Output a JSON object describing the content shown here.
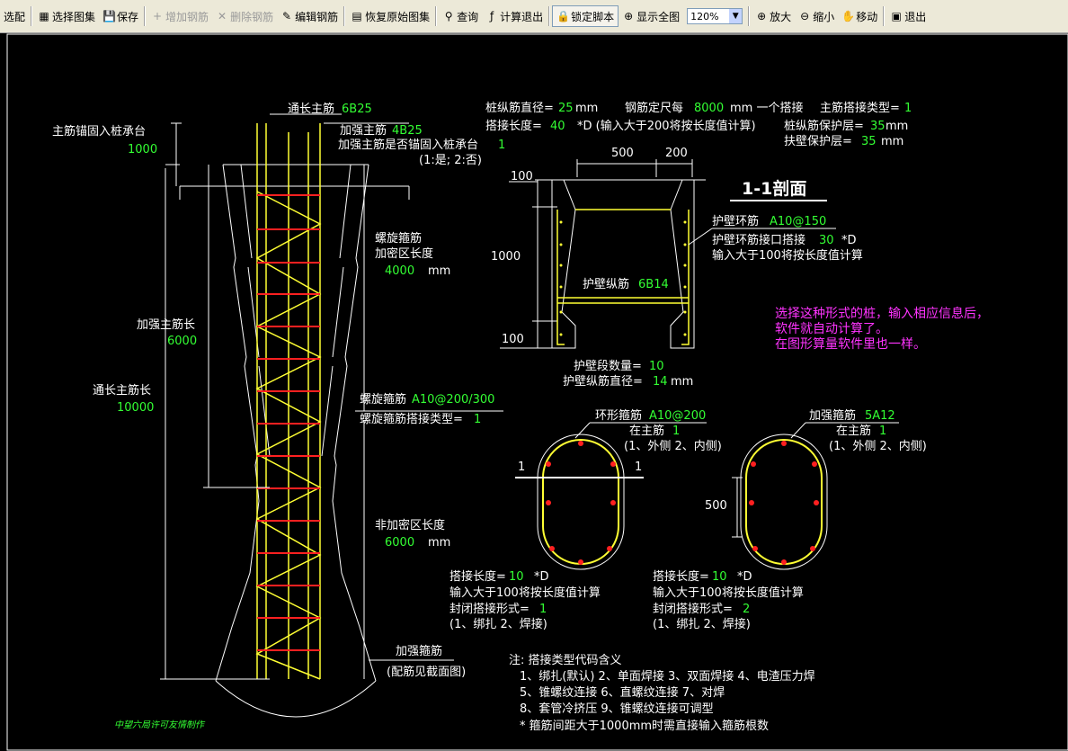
{
  "toolbar": {
    "items": [
      {
        "id": "partial",
        "label": "选配",
        "icon": "",
        "enabled": true
      },
      {
        "id": "select",
        "label": "选择图集",
        "icon": "▦",
        "enabled": true
      },
      {
        "id": "save",
        "label": "保存",
        "icon": "💾",
        "enabled": true
      },
      {
        "id": "add",
        "label": "增加钢筋",
        "icon": "+",
        "enabled": false
      },
      {
        "id": "delete",
        "label": "删除钢筋",
        "icon": "✕",
        "enabled": false
      },
      {
        "id": "edit",
        "label": "编辑钢筋",
        "icon": "✎",
        "enabled": true
      },
      {
        "id": "restore",
        "label": "恢复原始图集",
        "icon": "▤",
        "enabled": true
      },
      {
        "id": "query",
        "label": "查询",
        "icon": "⚲",
        "enabled": true
      },
      {
        "id": "calc",
        "label": "计算退出",
        "icon": "ƒ",
        "enabled": true
      },
      {
        "id": "lock",
        "label": "锁定脚本",
        "icon": "🔒",
        "enabled": true
      },
      {
        "id": "fit",
        "label": "显示全图",
        "icon": "⊕",
        "enabled": true
      },
      {
        "id": "zoomin",
        "label": "放大",
        "icon": "⊕",
        "enabled": true
      },
      {
        "id": "zoomout",
        "label": "缩小",
        "icon": "⊖",
        "enabled": true
      },
      {
        "id": "move",
        "label": "移动",
        "icon": "✋",
        "enabled": true
      },
      {
        "id": "exit",
        "label": "退出",
        "icon": "▣",
        "enabled": true
      }
    ],
    "zoom_value": "120%"
  },
  "drawing": {
    "main_bar_label": "通长主筋",
    "main_bar_value": "6B25",
    "strong_bar_label": "加强主筋",
    "strong_bar_value": "4B25",
    "strong_anchor_label": "加强主筋是否锚固入桩承台",
    "strong_anchor_value": "1",
    "strong_anchor_hint": "(1:是; 2:否)",
    "anchor_label": "主筋锚固入桩承台",
    "anchor_value": "1000",
    "spiral_label_1": "螺旋箍筋",
    "spiral_label_2": "加密区长度",
    "spiral_dense_value": "4000",
    "mm": "mm",
    "strong_len_label": "加强主筋长",
    "strong_len_value": "6000",
    "full_len_label": "通长主筋长",
    "full_len_value": "10000",
    "spiral_bar_label": "螺旋箍筋",
    "spiral_bar_value": "A10@200/300",
    "spiral_lap_label": "螺旋箍筋搭接类型=",
    "spiral_lap_value": "1",
    "nondense_label": "非加密区长度",
    "nondense_value": "6000",
    "stirrup_label": "加强箍筋",
    "stirrup_hint": "(配筋见截面图)",
    "watermark": "中望六局许可友情制作",
    "info_diam_label": "桩纵筋直径=",
    "info_diam_value": "25",
    "info_fixlen_label": "钢筋定尺每",
    "info_fixlen_value": "8000",
    "info_fixlen_tail": "mm 一个搭接",
    "info_laptype_label": "主筋搭接类型=",
    "info_laptype_value": "1",
    "info_laplen_label": "搭接长度=",
    "info_laplen_value": "40",
    "info_laplen_hint": "*D (输入大于200将按长度值计算)",
    "info_cover_label": "桩纵筋保护层=",
    "info_cover_value": "35",
    "info_wallcover_label": "扶壁保护层=",
    "info_wallcover_value": "35",
    "dim_500": "500",
    "dim_200": "200",
    "dim_100_top": "100",
    "dim_1000": "1000",
    "dim_100_bot": "100",
    "section_title": "1-1剖面",
    "wall_ring_label": "护壁环筋",
    "wall_ring_value": "A10@150",
    "wall_ring_lap_label": "护壁环筋接口搭接",
    "wall_ring_lap_value": "30",
    "wall_ring_lap_unit": "*D",
    "wall_ring_lap_hint": "输入大于100将按长度值计算",
    "wall_long_label": "护壁纵筋",
    "wall_long_value": "6B14",
    "wall_count_label": "护壁段数量=",
    "wall_count_value": "10",
    "wall_diam_label": "护壁纵筋直径=",
    "wall_diam_value": "14",
    "note_line1": "选择这种形式的桩，输入相应信息后，",
    "note_line2": "软件就自动计算了。",
    "note_line3": "在图形算量软件里也一样。",
    "ring_label": "环形箍筋",
    "ring_value": "A10@200",
    "ring_pos_label": "在主筋",
    "ring_pos_value": "1",
    "ring_pos_hint": "(1、外侧  2、内侧)",
    "sect_mark": "1",
    "rein_label": "加强箍筋",
    "rein_value": "5A12",
    "rein_pos_label": "在主筋",
    "rein_pos_value": "1",
    "rein_pos_hint": "(1、外侧  2、内侧)",
    "dim_500_v": "500",
    "lap1_label": "搭接长度=",
    "lap1_value": "10",
    "lap1_unit": "*D",
    "lap1_hint": "输入大于100将按长度值计算",
    "close1_label": "封闭搭接形式=",
    "close1_value": "1",
    "close1_hint": "(1、绑扎  2、焊接)",
    "lap2_label": "搭接长度=",
    "lap2_value": "10",
    "lap2_unit": "*D",
    "lap2_hint": "输入大于100将按长度值计算",
    "close2_label": "封闭搭接形式=",
    "close2_value": "2",
    "close2_hint": "(1、绑扎  2、焊接)",
    "code_title": "注: 搭接类型代码含义",
    "code_line1": "1、绑扎(默认)   2、单面焊接    3、双面焊接    4、电渣压力焊",
    "code_line2": "5、锥螺纹连接   6、直螺纹连接    7、对焊",
    "code_line3": "8、套管冷挤压   9、锥螺纹连接可调型",
    "code_line4": "* 箍筋间距大于1000mm时需直接输入箍筋根数"
  },
  "colors": {
    "canvas": "#000000",
    "value_green": "#33ff33",
    "rebar_yellow": "#ffff33",
    "stirrup_red": "#ff2020",
    "note_magenta": "#ff33ff"
  }
}
